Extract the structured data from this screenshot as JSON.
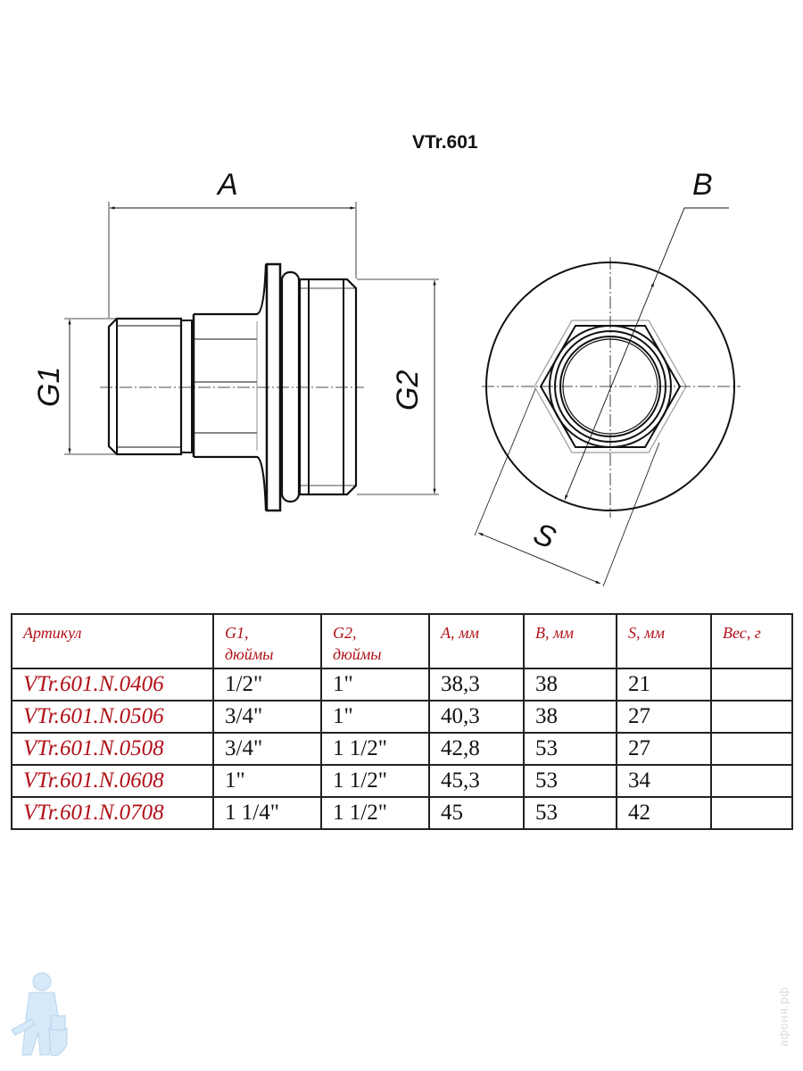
{
  "title": "VTr.601",
  "dimensions": {
    "a": "A",
    "b": "B",
    "s": "S",
    "g1": "G1",
    "g2": "G2"
  },
  "table": {
    "headers": [
      [
        "Артикул",
        ""
      ],
      [
        "G1,",
        "дюймы"
      ],
      [
        "G2,",
        "дюймы"
      ],
      [
        "A, мм",
        ""
      ],
      [
        "B, мм",
        ""
      ],
      [
        "S, мм",
        ""
      ],
      [
        "Вес, г",
        ""
      ]
    ],
    "rows": [
      [
        "VTr.601.N.0406",
        "1/2\"",
        "1\"",
        "38,3",
        "38",
        "21",
        ""
      ],
      [
        "VTr.601.N.0506",
        "3/4\"",
        "1\"",
        "40,3",
        "38",
        "27",
        ""
      ],
      [
        "VTr.601.N.0508",
        "3/4\"",
        "1 1/2\"",
        "42,8",
        "53",
        "27",
        ""
      ],
      [
        "VTr.601.N.0608",
        "1\"",
        "1 1/2\"",
        "45,3",
        "53",
        "34",
        ""
      ],
      [
        "VTr.601.N.0708",
        "1 1/4\"",
        "1 1/2\"",
        "45",
        "53",
        "42",
        ""
      ]
    ]
  },
  "watermark": "афоня.рф",
  "colors": {
    "accent": "#b01018",
    "line": "#111111"
  }
}
